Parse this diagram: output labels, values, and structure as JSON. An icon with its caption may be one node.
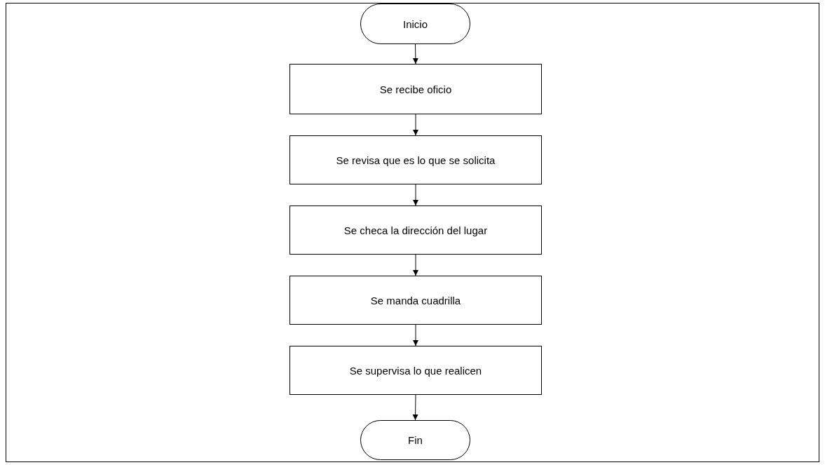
{
  "diagram": {
    "nodes": [
      {
        "text": [
          "Inicio"
        ]
      },
      {
        "text": [
          "Se recibe oficio"
        ]
      },
      {
        "text": [
          "Se revisa que es lo que se solicita"
        ]
      },
      {
        "text": [
          "Se checa la dirección del lugar"
        ]
      },
      {
        "text": [
          "Se manda cuadrilla"
        ]
      },
      {
        "text": [
          "Se supervisa lo que realicen"
        ]
      },
      {
        "text": [
          "Fin"
        ]
      }
    ],
    "edges": [
      {
        "from": 0,
        "to": 1,
        "arrow": "to"
      },
      {
        "from": 1,
        "to": 2,
        "arrow": "to"
      },
      {
        "from": 2,
        "to": 3,
        "arrow": "to"
      },
      {
        "from": 3,
        "to": 4,
        "arrow": "to"
      },
      {
        "from": 4,
        "to": 5,
        "arrow": "to"
      },
      {
        "from": 5,
        "to": 6,
        "arrow": "to"
      }
    ]
  }
}
